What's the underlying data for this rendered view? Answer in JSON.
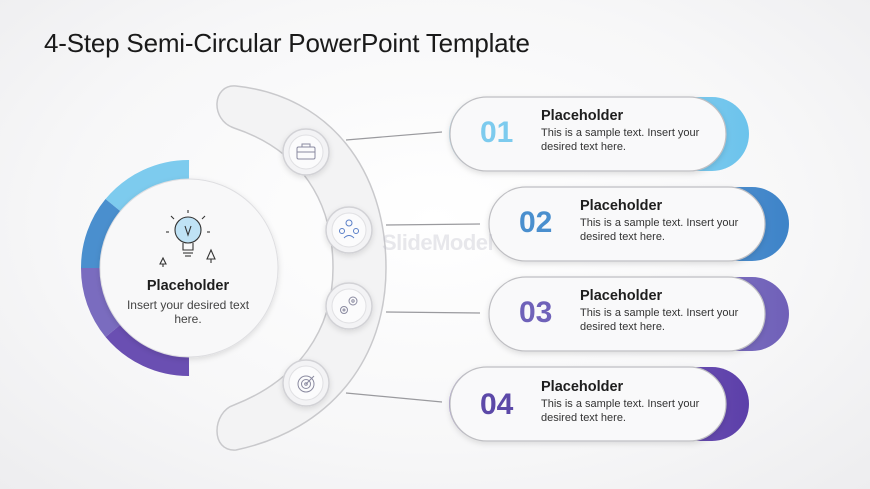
{
  "title": "4-Step Semi-Circular PowerPoint Template",
  "watermark": "SlideModel",
  "center": {
    "title": "Placeholder",
    "body": "Insert your desired text here.",
    "icon": "lightbulb-icon"
  },
  "colors": {
    "step1": "#7dcbee",
    "step2": "#4a8fce",
    "step3": "#7a6cbf",
    "step4": "#6a4fb2"
  },
  "steps": [
    {
      "number": "01",
      "title": "Placeholder",
      "body": "This is a sample text. Insert your desired text here.",
      "icon": "briefcase-icon"
    },
    {
      "number": "02",
      "title": "Placeholder",
      "body": "This is a sample text. Insert your desired text here.",
      "icon": "team-icon"
    },
    {
      "number": "03",
      "title": "Placeholder",
      "body": "This is a sample text. Insert your desired text here.",
      "icon": "gears-icon"
    },
    {
      "number": "04",
      "title": "Placeholder",
      "body": "This is a sample text. Insert your desired text here.",
      "icon": "target-icon"
    }
  ]
}
